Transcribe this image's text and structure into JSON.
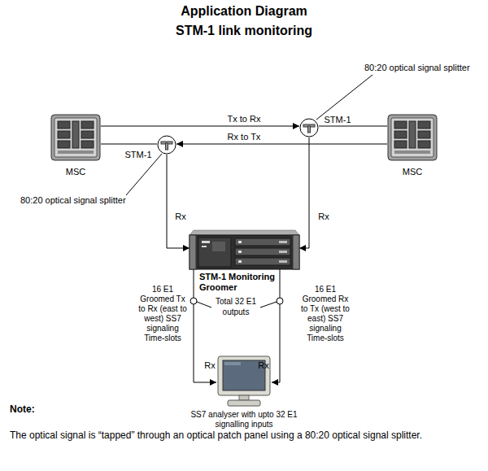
{
  "diagram": {
    "title": "Application Diagram STM-1 link monitoring",
    "nodes": [
      {
        "text": [
          "80:20 optical signal splitter"
        ]
      },
      {
        "text": [
          "MSC"
        ]
      },
      {
        "text": [
          "MSC"
        ]
      },
      {
        "text": [
          "80:20 optical signal splitter"
        ]
      },
      {
        "text": [
          "STM-1 Monitoring Groomer"
        ]
      },
      {
        "text": [
          "SS7 analyser with upto 32 E1 signalling inputs"
        ]
      }
    ],
    "edges": [
      {
        "from": 1,
        "to": 0,
        "label": "Tx to Rx",
        "arrow": "to"
      },
      {
        "from": 0,
        "to": 2,
        "label": "STM-1",
        "arrow": "none"
      },
      {
        "from": 2,
        "to": 3,
        "label": "Rx to Tx",
        "arrow": "to"
      },
      {
        "from": 3,
        "to": 1,
        "label": "STM-1",
        "arrow": "none"
      },
      {
        "from": 3,
        "to": 4,
        "label": "Rx",
        "arrow": "to"
      },
      {
        "from": 0,
        "to": 4,
        "label": "Rx",
        "arrow": "to"
      },
      {
        "from": 4,
        "to": 5,
        "label": "Rx",
        "arrow": "to"
      },
      {
        "from": 4,
        "to": 5,
        "label": "Rx",
        "arrow": "to"
      }
    ],
    "labels": [
      "16 E1 Groomed Tx to Rx (east to west) SS7 signaling Time-slots",
      "Total 32 E1 outputs",
      "16 E1 Groomed Rx to Tx (west to east) SS7 signaling Time-slots",
      "Note:",
      "The optical signal is “tapped” through an optical patch panel using a 80:20 optical signal splitter."
    ]
  }
}
